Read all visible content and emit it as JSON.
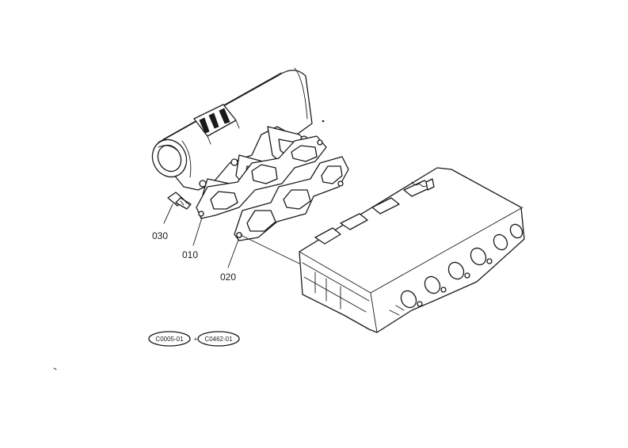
{
  "parts": [
    {
      "number": "010"
    },
    {
      "number": "020"
    },
    {
      "number": "030"
    }
  ],
  "references": [
    {
      "code": "C0005-01"
    },
    {
      "code": "C0462-01"
    }
  ],
  "reference_separator": "+"
}
